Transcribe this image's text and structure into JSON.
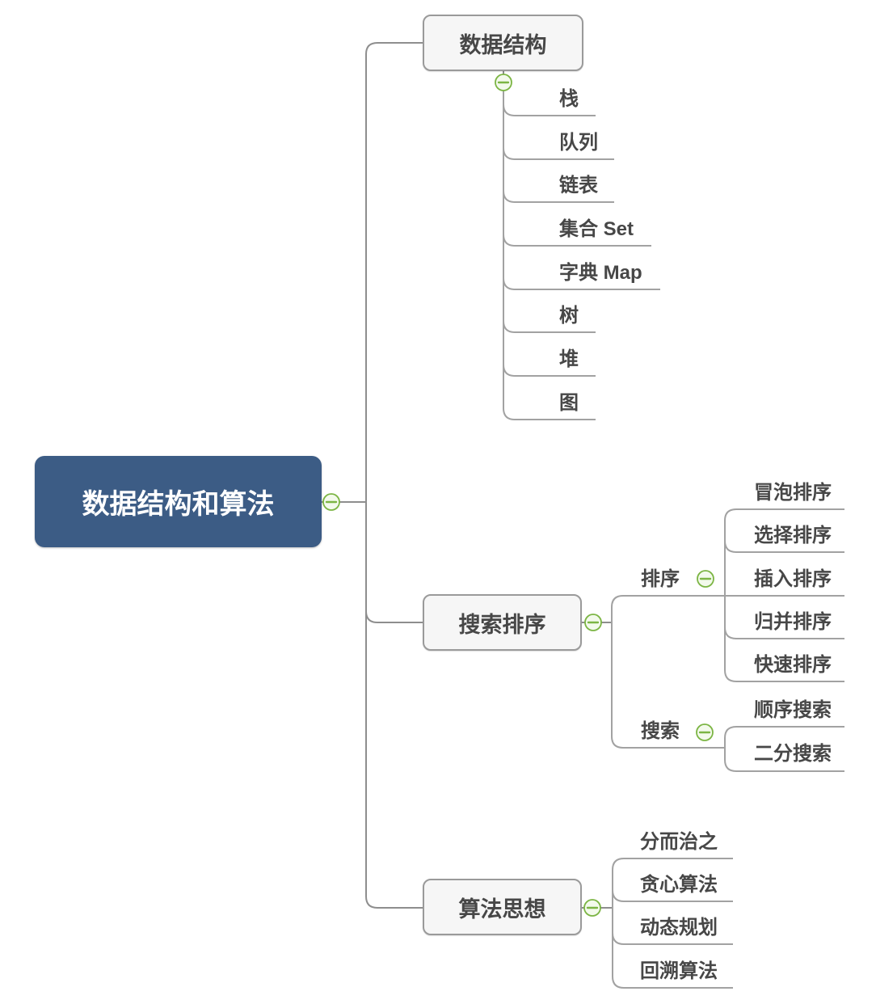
{
  "root": {
    "label": "数据结构和算法"
  },
  "branches": [
    {
      "label": "数据结构",
      "children": [
        {
          "label": "栈"
        },
        {
          "label": "队列"
        },
        {
          "label": "链表"
        },
        {
          "label": "集合 Set"
        },
        {
          "label": "字典 Map"
        },
        {
          "label": "树"
        },
        {
          "label": "堆"
        },
        {
          "label": "图"
        }
      ]
    },
    {
      "label": "搜索排序",
      "children": [
        {
          "label": "排序",
          "children": [
            {
              "label": "冒泡排序"
            },
            {
              "label": "选择排序"
            },
            {
              "label": "插入排序"
            },
            {
              "label": "归并排序"
            },
            {
              "label": "快速排序"
            }
          ]
        },
        {
          "label": "搜索",
          "children": [
            {
              "label": "顺序搜索"
            },
            {
              "label": "二分搜索"
            }
          ]
        }
      ]
    },
    {
      "label": "算法思想",
      "children": [
        {
          "label": "分而治之"
        },
        {
          "label": "贪心算法"
        },
        {
          "label": "动态规划"
        },
        {
          "label": "回溯算法"
        }
      ]
    }
  ],
  "icons": {
    "collapse": "collapse-minus-icon"
  },
  "colors": {
    "root_fill": "#3c5c85",
    "root_text": "#ffffff",
    "branch_fill": "#f6f6f6",
    "branch_border": "#9a9a9a",
    "node_text": "#474747",
    "main_line": "#8e8e8e",
    "child_line": "#a2a2a2",
    "collapse_green": "#7cb544",
    "collapse_fill": "#f3faec"
  }
}
